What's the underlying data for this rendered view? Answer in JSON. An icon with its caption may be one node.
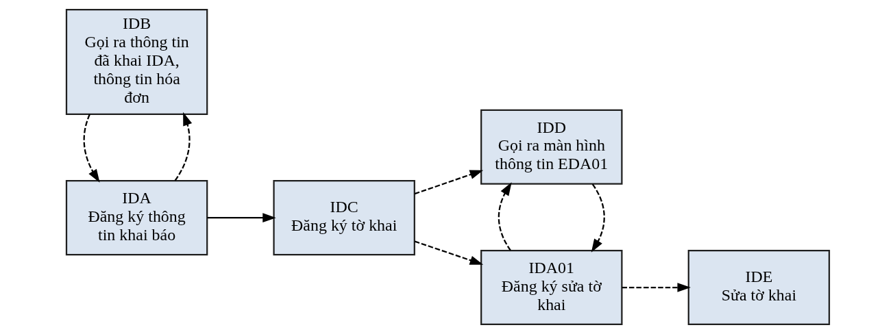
{
  "diagram": {
    "nodes": [
      {
        "text": [
          "IDA",
          "Đăng ký thông tin khai báo"
        ]
      },
      {
        "text": [
          "IDC",
          "Đăng ký tờ khai"
        ]
      },
      {
        "text": [
          "IDA01",
          "Đăng ký sửa tờ khai"
        ]
      },
      {
        "text": [
          "IDE",
          "Sửa tờ khai"
        ]
      },
      {
        "text": [
          "IDB",
          "Gọi ra thông tin đã khai IDA, thông tin hóa đơn"
        ]
      },
      {
        "text": [
          "IDD",
          "Gọi ra màn hình thông tin EDA01"
        ]
      }
    ],
    "edges": [
      {
        "from": 0,
        "to": 1,
        "arrow": "to"
      },
      {
        "from": 0,
        "to": 4,
        "arrow": "to",
        "style": "dashed"
      },
      {
        "from": 4,
        "to": 0,
        "arrow": "to",
        "style": "dashed"
      },
      {
        "from": 1,
        "to": 2,
        "arrow": "to",
        "style": "dashed"
      },
      {
        "from": 1,
        "to": 5,
        "arrow": "to",
        "style": "dashed"
      },
      {
        "from": 5,
        "to": 2,
        "arrow": "to",
        "style": "dashed"
      },
      {
        "from": 2,
        "to": 3,
        "arrow": "to",
        "style": "dashed"
      },
      {
        "from": 2,
        "to": 5,
        "arrow": "to",
        "style": "dashed"
      }
    ]
  }
}
